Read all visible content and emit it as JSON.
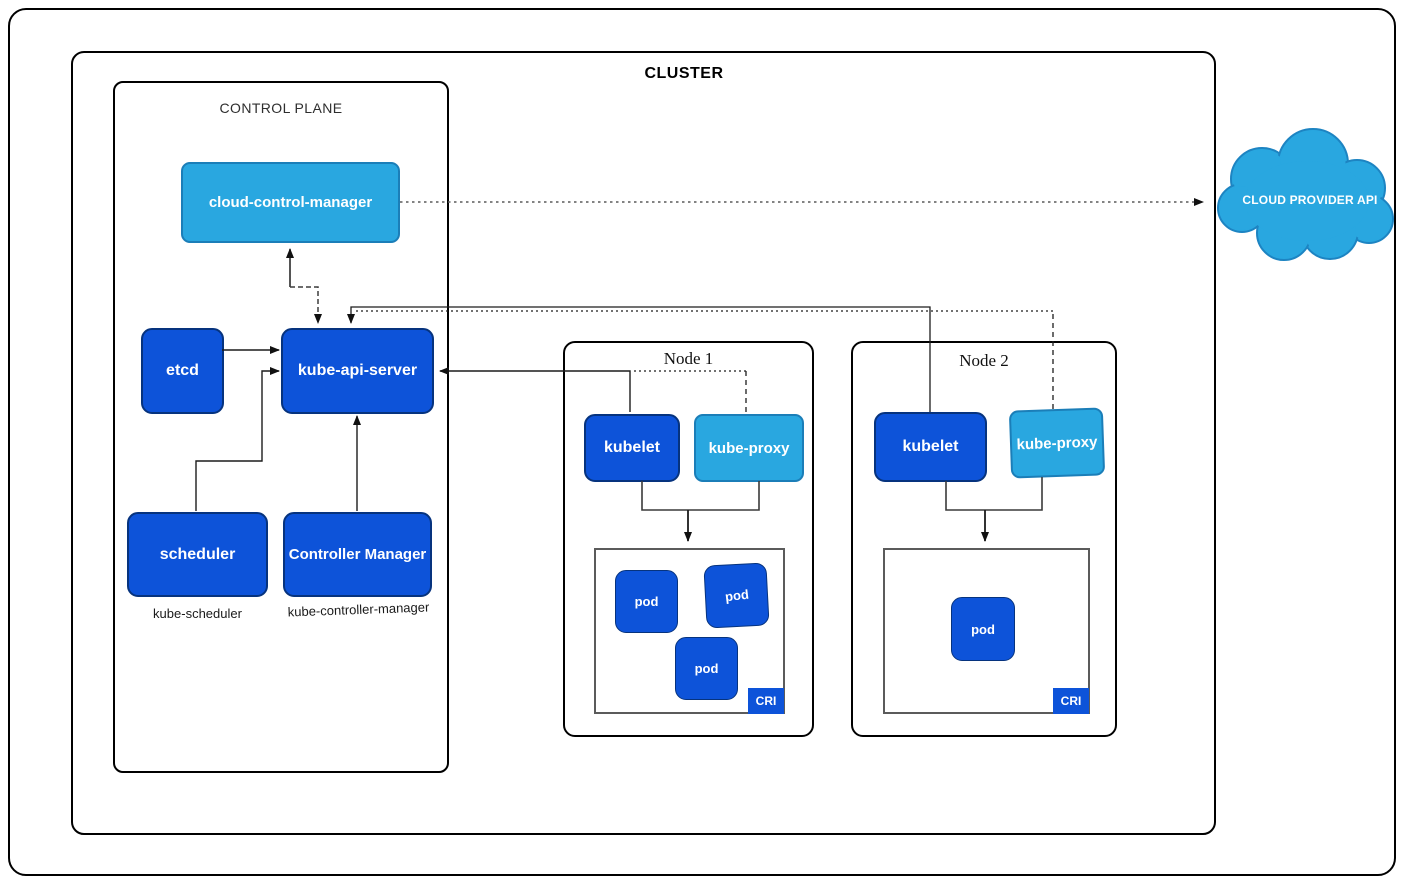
{
  "title": "CLUSTER",
  "control_plane": {
    "label": "CONTROL PLANE",
    "cloud_control_manager": "cloud-control-manager",
    "etcd": "etcd",
    "kube_api_server": "kube-api-server",
    "scheduler": "scheduler",
    "controller_manager": "Controller Manager",
    "scheduler_caption": "kube-scheduler",
    "controller_manager_caption": "kube-controller-manager"
  },
  "nodes": [
    {
      "label": "Node 1",
      "kubelet": "kubelet",
      "kube_proxy": "kube-proxy",
      "pods": [
        "pod",
        "pod",
        "pod"
      ],
      "cri": "CRI"
    },
    {
      "label": "Node 2",
      "kubelet": "kubelet",
      "kube_proxy": "kube-proxy",
      "pods": [
        "pod"
      ],
      "cri": "CRI"
    }
  ],
  "cloud": {
    "label": "CLOUD PROVIDER API"
  },
  "colors": {
    "dark_blue": "#0d53d9",
    "dark_blue_border": "#06337e",
    "light_blue": "#29a7e0",
    "light_blue_border": "#1b7eb8",
    "line": "#1c1c1c",
    "dotted_line": "#5a5a5a",
    "pods_border": "#5b5b5b"
  }
}
